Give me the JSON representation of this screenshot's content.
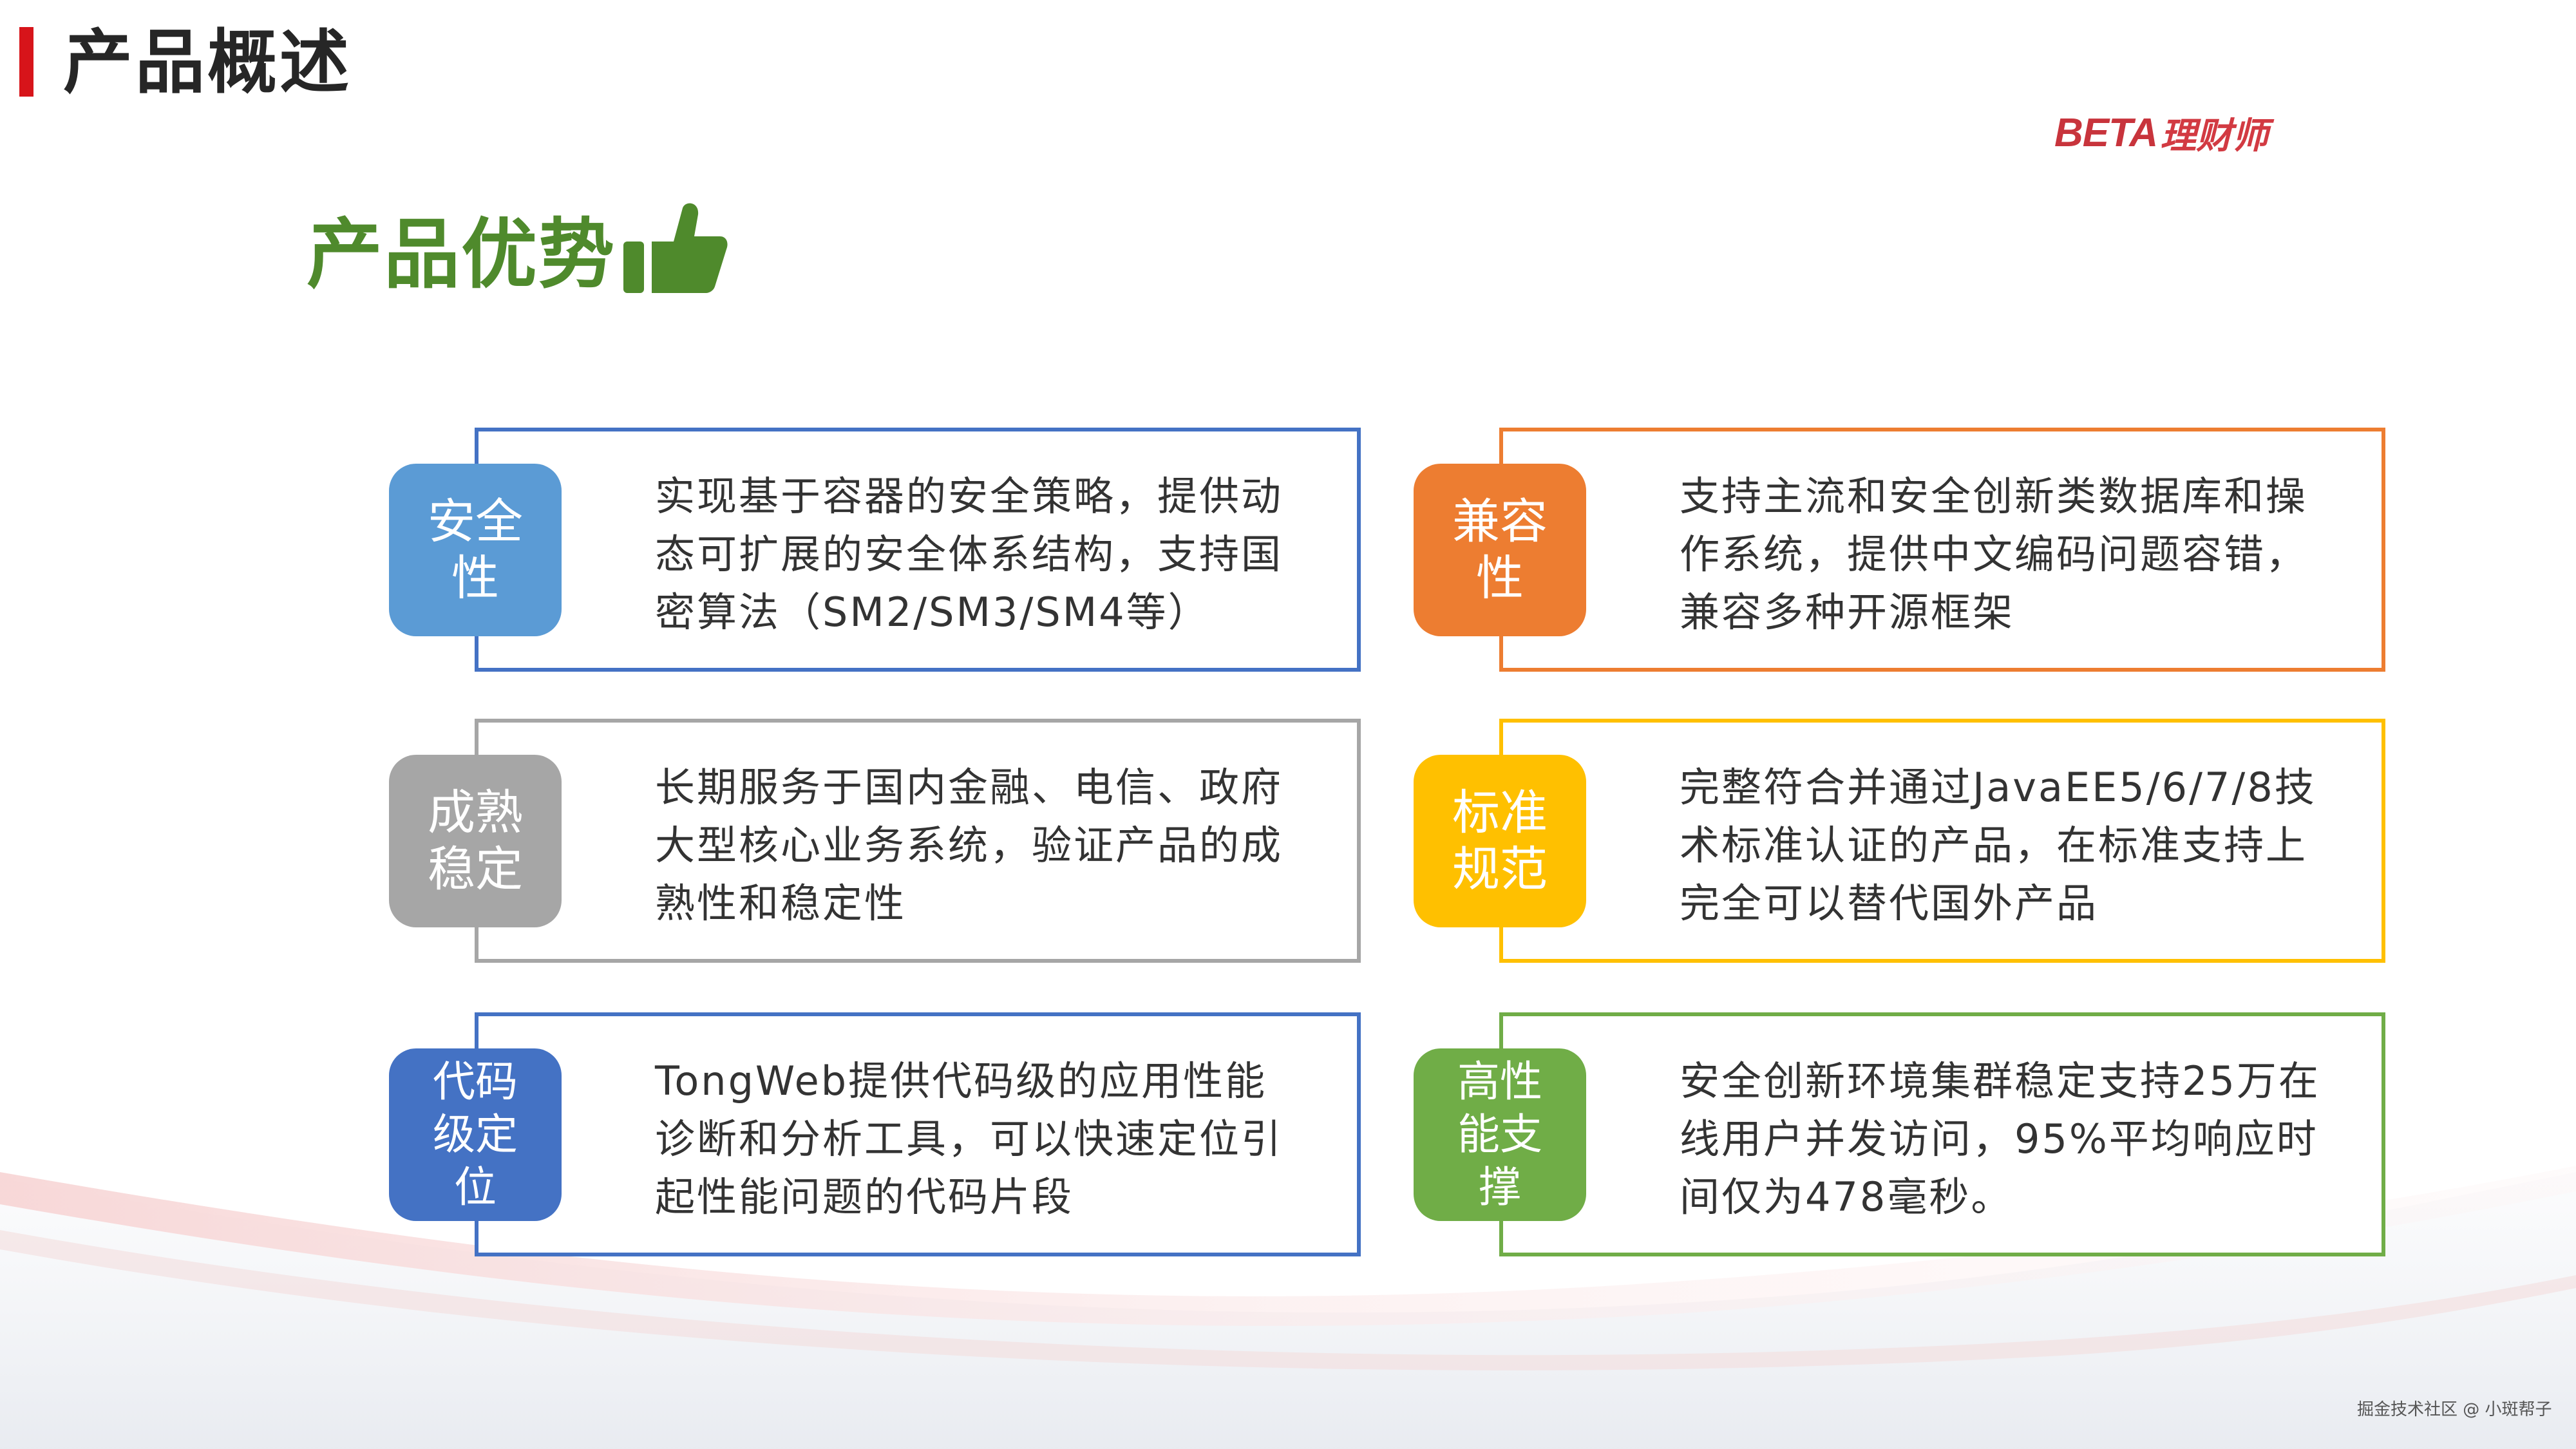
{
  "header": {
    "title": "产品概述"
  },
  "logo": {
    "brand_latin": "BETA",
    "brand_cn": "理财师"
  },
  "section": {
    "title": "产品优势",
    "icon": "thumbs-up-icon"
  },
  "colors": {
    "accent_red": "#d7141a",
    "section_green": "#4f8a2c",
    "blue": "#5b9bd5",
    "gray": "#a6a6a6",
    "dark_blue": "#4472c4",
    "orange": "#ed7d31",
    "yellow": "#ffc000",
    "green": "#70ad47"
  },
  "cards": [
    {
      "badge": "安全性",
      "text": "实现基于容器的安全策略，提供动态可扩展的安全体系结构，支持国密算法（SM2/SM3/SM4等）",
      "color": "#5b9bd5",
      "border": "#4472c4"
    },
    {
      "badge": "兼容性",
      "text": "支持主流和安全创新类数据库和操作系统，提供中文编码问题容错，兼容多种开源框架",
      "color": "#ed7d31",
      "border": "#ed7d31"
    },
    {
      "badge": "成熟稳定",
      "text": "长期服务于国内金融、电信、政府大型核心业务系统，验证产品的成熟性和稳定性",
      "color": "#a6a6a6",
      "border": "#a6a6a6"
    },
    {
      "badge": "标准规范",
      "text": "完整符合并通过JavaEE5/6/7/8技术标准认证的产品，在标准支持上完全可以替代国外产品",
      "color": "#ffc000",
      "border": "#ffc000"
    },
    {
      "badge": "代码级定位",
      "text": "TongWeb提供代码级的应用性能诊断和分析工具，可以快速定位引起性能问题的代码片段",
      "color": "#4472c4",
      "border": "#4472c4"
    },
    {
      "badge": "高性能支撑",
      "text": "安全创新环境集群稳定支持25万在线用户并发访问，95%平均响应时间仅为478毫秒。",
      "color": "#70ad47",
      "border": "#70ad47"
    }
  ],
  "watermark": "掘金技术社区 @ 小斑帮子"
}
